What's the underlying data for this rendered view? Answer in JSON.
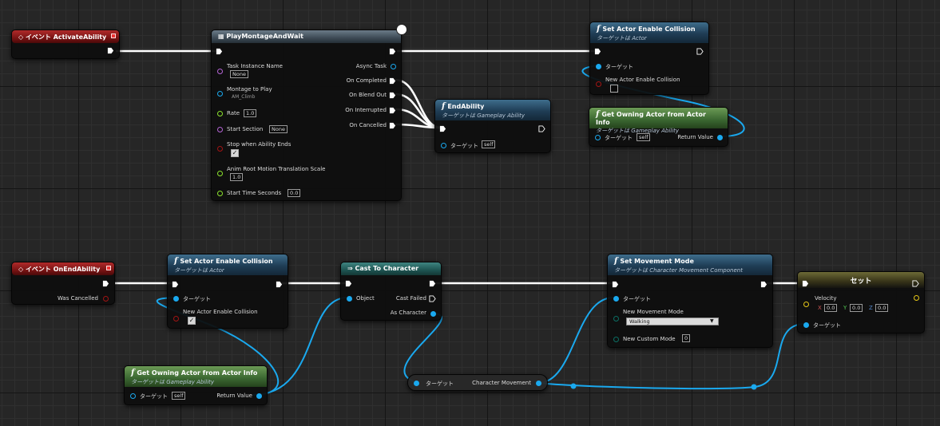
{
  "nodes": {
    "activate": {
      "title": "イベント ActivateAbility"
    },
    "pmw": {
      "title": "PlayMontageAndWait",
      "pins": {
        "task_instance": "Task Instance Name",
        "task_val": "None",
        "montage": "Montage to Play",
        "montage_val": "AM_Climb",
        "rate": "Rate",
        "rate_val": "1.0",
        "start_section": "Start Section",
        "start_section_val": "None",
        "stop": "Stop when Ability Ends",
        "root_motion": "Anim Root Motion Translation Scale",
        "root_val": "1.0",
        "start_time": "Start Time Seconds",
        "start_time_val": "0.0",
        "async": "Async Task",
        "completed": "On Completed",
        "blend_out": "On Blend Out",
        "interrupted": "On Interrupted",
        "cancelled": "On Cancelled"
      }
    },
    "end_ability": {
      "title": "EndAbility",
      "sub": "ターゲットは Gameplay Ability",
      "target": "ターゲット",
      "self": "self"
    },
    "sac1": {
      "title": "Set Actor Enable Collision",
      "sub": "ターゲットは Actor",
      "target": "ターゲット",
      "new": "New Actor Enable Collision"
    },
    "goa1": {
      "title": "Get Owning Actor from Actor Info",
      "sub": "ターゲットは Gameplay Ability",
      "target": "ターゲット",
      "self": "self",
      "ret": "Return Value"
    },
    "on_end": {
      "title": "イベント OnEndAbility",
      "cancelled": "Was Cancelled"
    },
    "sac2": {
      "title": "Set Actor Enable Collision",
      "sub": "ターゲットは Actor",
      "target": "ターゲット",
      "new": "New Actor Enable Collision"
    },
    "goa2": {
      "title": "Get Owning Actor from Actor Info",
      "sub": "ターゲットは Gameplay Ability",
      "target": "ターゲット",
      "self": "self",
      "ret": "Return Value"
    },
    "cast": {
      "title": "Cast To Character",
      "object": "Object",
      "failed": "Cast Failed",
      "as_char": "As Character"
    },
    "charmov": {
      "target": "ターゲット",
      "out": "Character Movement"
    },
    "smm": {
      "title": "Set Movement Mode",
      "sub": "ターゲットは Character Movement Component",
      "target": "ターゲット",
      "mode": "New Movement Mode",
      "mode_val": "Walking",
      "custom": "New Custom Mode",
      "custom_val": "0"
    },
    "setnode": {
      "title": "セット",
      "velocity": "Velocity",
      "x": "X",
      "xv": "0.0",
      "y": "Y",
      "yv": "0.0",
      "z": "Z",
      "zv": "0.0",
      "target": "ターゲット"
    }
  },
  "colors": {
    "exec": "#ffffff",
    "object": "#1aa9ef",
    "bool": "#a21414",
    "float": "#8ce22f",
    "name": "#b565d6",
    "vector": "#e5c617"
  }
}
